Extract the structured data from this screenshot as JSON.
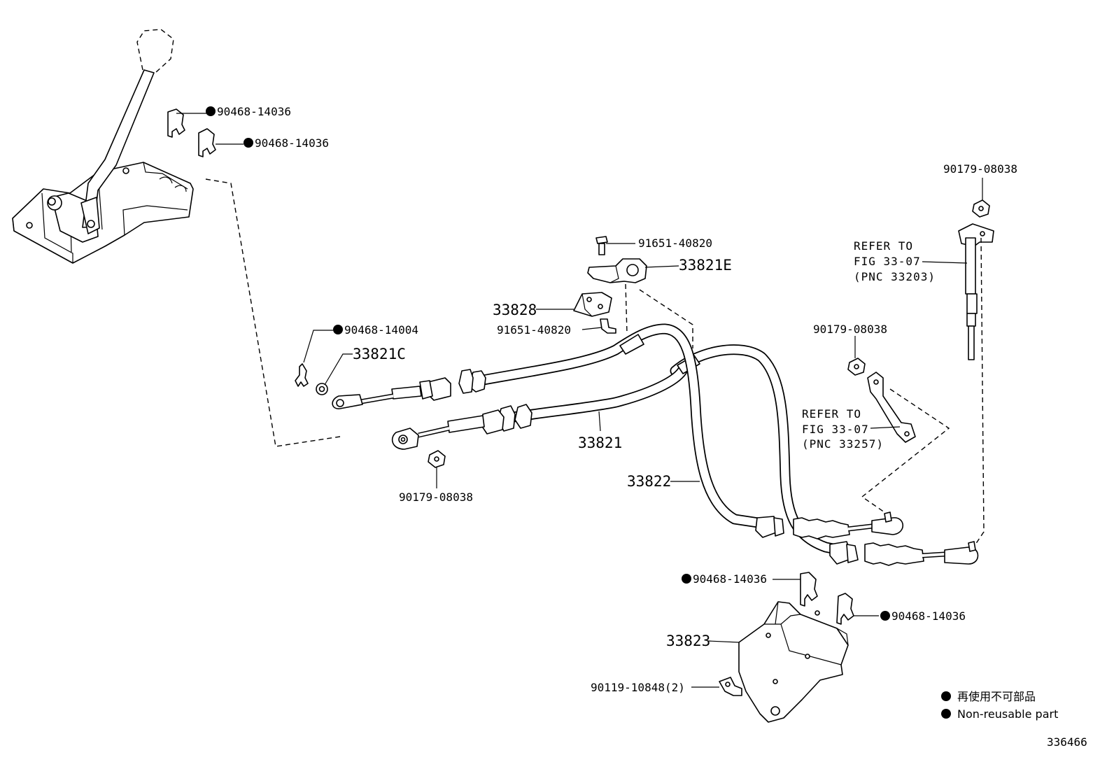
{
  "labels": {
    "clip_top_1": "90468-14036",
    "clip_top_2": "90468-14036",
    "bolt_top": "91651-40820",
    "bracket_e": "33821E",
    "bracket_828": "33828",
    "bolt_mid": "91651-40820",
    "clip_14004": "90468-14004",
    "washer_c": "33821C",
    "cable_33821": "33821",
    "nut_left": "90179-08038",
    "cable_33822": "33822",
    "nut_top_right": "90179-08038",
    "nut_mid_right": "90179-08038",
    "clip_bottom_1": "90468-14036",
    "clip_bottom_2": "90468-14036",
    "bracket_33823": "33823",
    "bolt_bottom": "90119-10848(2)"
  },
  "references": {
    "upper": {
      "line1": "REFER TO",
      "line2": "FIG 33-07",
      "line3": "(PNC 33203)"
    },
    "lower": {
      "line1": "REFER TO",
      "line2": "FIG 33-07",
      "line3": "(PNC 33257)"
    }
  },
  "legend": {
    "japanese": "再使用不可部品",
    "english": "Non-reusable part"
  },
  "figure_number": "336466",
  "colors": {
    "ink": "#000000",
    "paper": "#ffffff"
  }
}
